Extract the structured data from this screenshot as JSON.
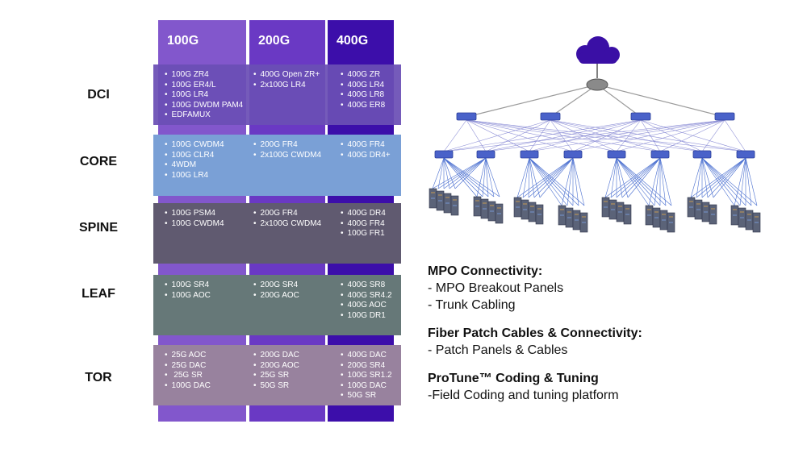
{
  "columns": [
    "100G",
    "200G",
    "400G"
  ],
  "rows": [
    {
      "label": "DCI",
      "c100": [
        "100G ZR4",
        "100G ER4/L",
        "100G LR4",
        "100G DWDM PAM4",
        "EDFAMUX"
      ],
      "c200": [
        "400G Open ZR+",
        "2x100G LR4"
      ],
      "c400": [
        "400G ZR",
        "400G LR4",
        "400G LR8",
        "400G ER8"
      ]
    },
    {
      "label": "CORE",
      "c100": [
        "100G CWDM4",
        "100G CLR4",
        "4WDM",
        "100G LR4"
      ],
      "c200": [
        "200G FR4",
        "2x100G CWDM4"
      ],
      "c400": [
        "400G FR4",
        "400G DR4+"
      ]
    },
    {
      "label": "SPINE",
      "c100": [
        "100G PSM4",
        "100G CWDM4"
      ],
      "c200": [
        "200G FR4",
        "2x100G CWDM4"
      ],
      "c400": [
        "400G DR4",
        "400G FR4",
        "100G FR1"
      ]
    },
    {
      "label": "LEAF",
      "c100": [
        "100G SR4",
        "100G AOC"
      ],
      "c200": [
        "200G SR4",
        "200G AOC"
      ],
      "c400": [
        "400G SR8",
        "400G SR4.2",
        "400G AOC",
        "100G DR1"
      ]
    },
    {
      "label": "TOR",
      "c100": [
        "25G AOC",
        "25G DAC",
        " 25G SR",
        "100G DAC"
      ],
      "c200": [
        "200G DAC",
        "200G AOC",
        "25G SR",
        "50G SR"
      ],
      "c400": [
        "400G DAC",
        "200G SR4",
        "100G SR1.2",
        "100G DAC",
        "50G SR"
      ]
    }
  ],
  "notes": {
    "mpo_title": "MPO Connectivity:",
    "mpo_item1": "- MPO Breakout Panels",
    "mpo_item2": "- Trunk Cabling",
    "fiber_title": "Fiber Patch Cables & Connectivity:",
    "fiber_item1": "- Patch Panels & Cables",
    "protune_title": "ProTune™ Coding & Tuning",
    "protune_item1": "-Field Coding and tuning platform"
  },
  "colors": {
    "col100": "#8257cc",
    "col200": "#6a39c4",
    "col400": "#3c0eaa",
    "dci": "#6a4fb5",
    "core": "#7aa0d6",
    "spine": "#605a70",
    "leaf": "#667878",
    "tor": "#98829e",
    "cloud": "#3a0fa5",
    "switch": "#4a62c9"
  }
}
